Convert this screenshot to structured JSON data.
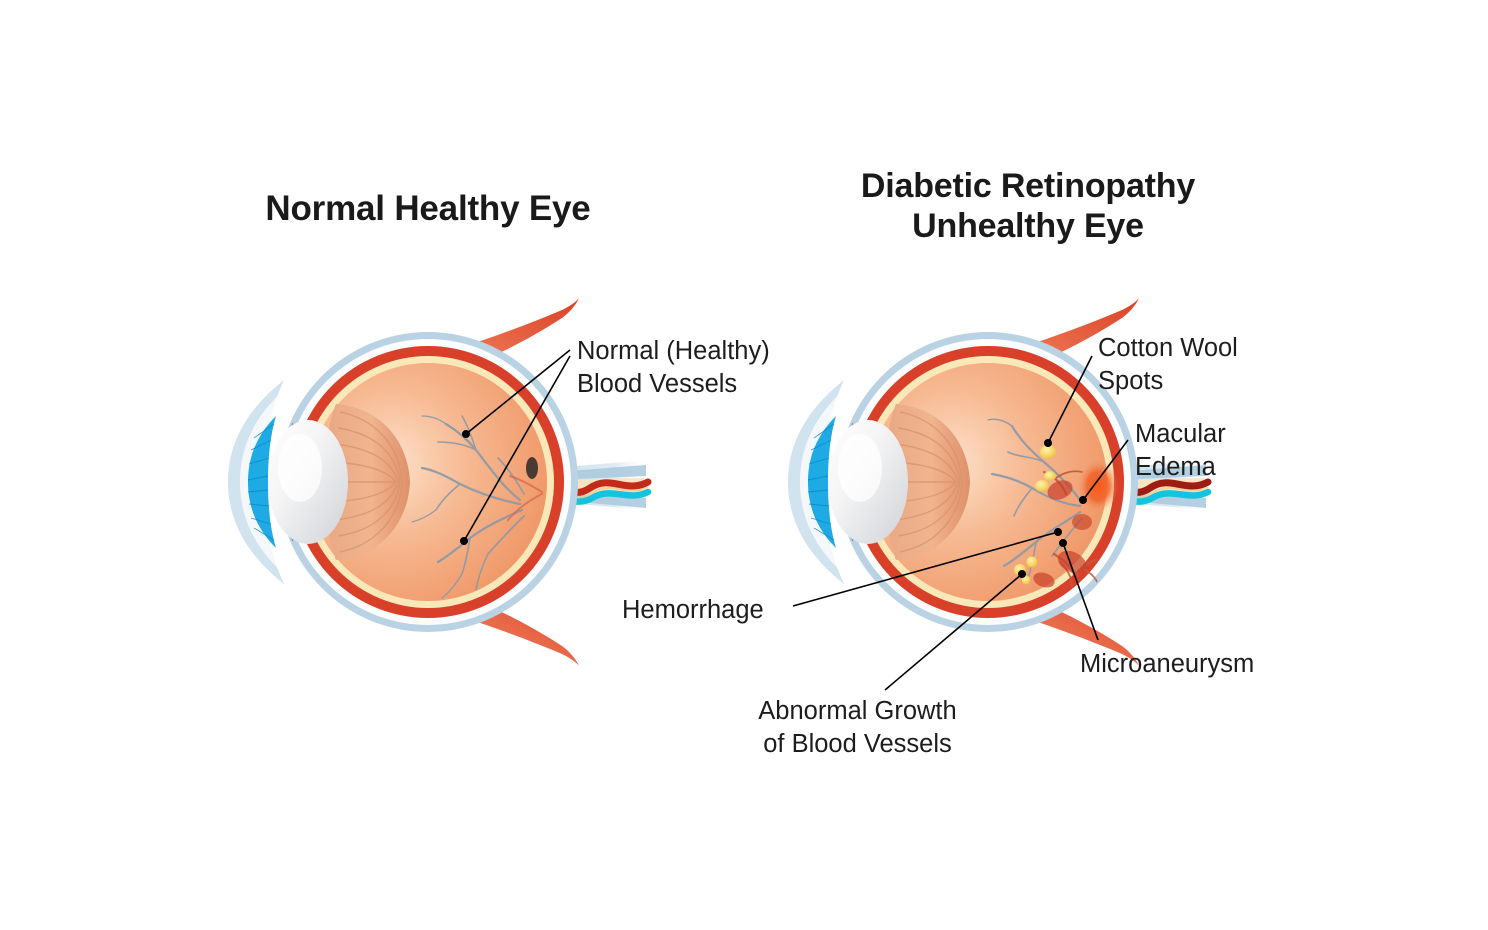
{
  "figure": {
    "background_color": "#ffffff",
    "type": "medical-illustration",
    "subject": "comparison of normal eye anatomy and diabetic retinopathy"
  },
  "titles": {
    "left": "Normal Healthy Eye",
    "right": "Diabetic Retinopathy\nUnhealthy Eye"
  },
  "labels": {
    "normal_vessels": "Normal (Healthy)\nBlood Vessels",
    "cotton_wool": "Cotton Wool\nSpots",
    "macular_edema": "Macular\nEdema",
    "hemorrhage": "Hemorrhage",
    "microaneurysm": "Microaneurysm",
    "abnormal_growth": "Abnormal Growth\nof Blood Vessels"
  },
  "colors": {
    "sclera_outer": "#b9d3e4",
    "sclera_white": "#fdfdfd",
    "choroid_red": "#d8402a",
    "retina_cream": "#fbe8b8",
    "vitreous_orange": "#f0a075",
    "vitreous_light": "#f7c9a6",
    "lens_white": "#f2f2f2",
    "iris_blue": "#1eaae4",
    "muscle_red": "#e8674a",
    "vessel_gray": "#8e9aa6",
    "cotton_wool_yellow": "#f6d96a",
    "hemorrhage_red": "#c8412c",
    "edema_orange": "#ef5b28",
    "optic_cyan": "#14c3dd",
    "optic_red": "#c42a1c",
    "leader_line": "#000000",
    "text": "#1d1d1d"
  },
  "anatomy": {
    "normal_eye_parts": [
      "sclera",
      "choroid",
      "retina",
      "vitreous body",
      "lens",
      "iris",
      "cornea",
      "ciliary body",
      "optic nerve",
      "fovea",
      "extraocular muscle",
      "retinal blood vessels"
    ],
    "diabetic_eye_parts": [
      "sclera",
      "choroid",
      "retina",
      "vitreous body",
      "lens",
      "iris",
      "cornea",
      "ciliary body",
      "optic nerve",
      "extraocular muscle",
      "cotton wool spots",
      "macular edema",
      "hemorrhage",
      "microaneurysm",
      "neovascularization"
    ]
  }
}
